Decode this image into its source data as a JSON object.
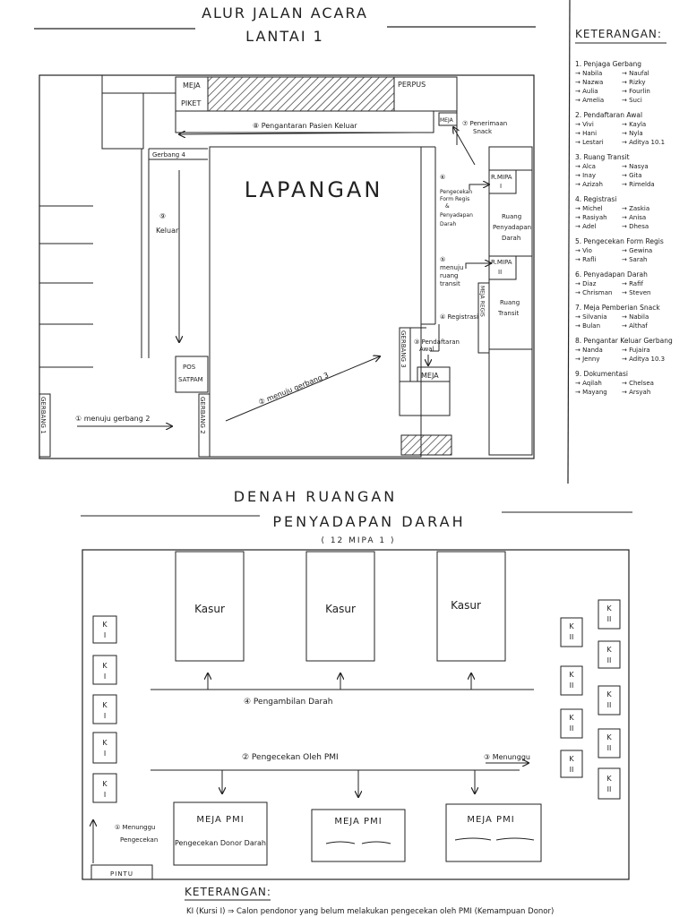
{
  "top": {
    "title_line1": "ALUR JALAN ACARA",
    "title_line2": "LANTAI 1",
    "lapangan": "LAPANGAN",
    "meja_piket": "MEJA PIKET",
    "meja_piket_1": "MEJA",
    "meja_piket_2": "PIKET",
    "perpus": "PERPUS",
    "meja_top": "MEJA",
    "meja_bottom": "MEJA",
    "pos_satpam_1": "POS",
    "pos_satpam_2": "SATPAM",
    "gerbang_1": "GERBANG 1",
    "gerbang_2": "GERBANG 2",
    "gerbang_3": "GERBANG 3",
    "gerbang_4": "Gerbang 4",
    "r_mipa_1a": "R.MIPA",
    "r_mipa_1b": "I",
    "r_mipa_2a": "R.MIPA",
    "r_mipa_2b": "II",
    "ruang_penyadapan_1": "Ruang",
    "ruang_penyadapan_2": "Penyadapan",
    "ruang_penyadapan_3": "Darah",
    "ruang_transit_1": "Ruang",
    "ruang_transit_2": "Transit",
    "meja_regis": "MEJA REGIS",
    "step_keluar_num": "⑨",
    "step_keluar": "Keluar",
    "step1": "① menuju gerbang 2",
    "step2": "② menuju gerbang 3",
    "step3_1": "③ Pendaftaran",
    "step3_2": "Awal",
    "step4": "④ Registrasi",
    "step5_1": "⑤",
    "step5_2": "menuju",
    "step5_3": "ruang",
    "step5_4": "transit",
    "step6_1": "⑥",
    "step6_2": "Pengecekan",
    "step6_3": "Form Regis",
    "step6_4": "&",
    "step6_5": "Penyadapan",
    "step6_6": "Darah",
    "step7_1": "⑦ Penerimaan",
    "step7_2": "Snack",
    "step8": "⑧ Pengantaran Pasien Keluar"
  },
  "legend": {
    "title": "KETERANGAN:",
    "groups": [
      {
        "title": "1. Penjaga Gerbang",
        "rows": [
          [
            "Nabila",
            "Naufal"
          ],
          [
            "Nazwa",
            "Rizky"
          ],
          [
            "Aulia",
            "Fourlin"
          ],
          [
            "Amelia",
            "Suci"
          ]
        ]
      },
      {
        "title": "2. Pendaftaran Awal",
        "rows": [
          [
            "Vivi",
            "Kayla"
          ],
          [
            "Hani",
            "Nyla"
          ],
          [
            "Lestari",
            "Aditya 10.1"
          ]
        ]
      },
      {
        "title": "3. Ruang Transit",
        "rows": [
          [
            "Alca",
            "Nasya"
          ],
          [
            "Inay",
            "Gita"
          ],
          [
            "Azizah",
            "Rimelda"
          ]
        ]
      },
      {
        "title": "4. Registrasi",
        "rows": [
          [
            "Michel",
            "Zaskia"
          ],
          [
            "Rasiyah",
            "Anisa"
          ],
          [
            "Adel",
            "Dhesa"
          ]
        ]
      },
      {
        "title": "5. Pengecekan Form Regis",
        "rows": [
          [
            "Vio",
            "Gewina"
          ],
          [
            "Rafli",
            "Sarah"
          ]
        ]
      },
      {
        "title": "6. Penyadapan Darah",
        "rows": [
          [
            "Diaz",
            "Rafif"
          ],
          [
            "Chrisman",
            "Steven"
          ]
        ]
      },
      {
        "title": "7. Meja Pemberian Snack",
        "rows": [
          [
            "Silvania",
            "Nabila"
          ],
          [
            "Bulan",
            "Althaf"
          ]
        ]
      },
      {
        "title": "8. Pengantar Keluar Gerbang",
        "rows": [
          [
            "Nanda",
            "Fujaira"
          ],
          [
            "Jenny",
            "Aditya 10.3"
          ]
        ]
      },
      {
        "title": "9. Dokumentasi",
        "rows": [
          [
            "Aqilah",
            "Chelsea"
          ],
          [
            "Mayang",
            "Arsyah"
          ]
        ]
      }
    ]
  },
  "bottom": {
    "title_line1": "DENAH RUANGAN",
    "title_line2": "PENYADAPAN DARAH",
    "subtitle": "( 12 MIPA 1 )",
    "kasur": [
      "Kasur",
      "Kasur",
      "Kasur"
    ],
    "k1": [
      "K",
      "I"
    ],
    "k2": [
      "K",
      "II"
    ],
    "step1_1": "① Menunggu",
    "step1_2": "Pengecekan",
    "step2": "② Pengecekan Oleh PMI",
    "step3": "③ Menunggu",
    "step4": "④ Pengambilan Darah",
    "meja_pmi": "MEJA PMI",
    "meja_pmi_sub": "Pengecekan Donor Darah",
    "pintu": "PINTU",
    "keterangan": "KETERANGAN:",
    "keterangan_text": "KI (Kursi I) ⇒ Calon pendonor yang belum melakukan pengecekan oleh PMI (Kemampuan Donor)"
  }
}
